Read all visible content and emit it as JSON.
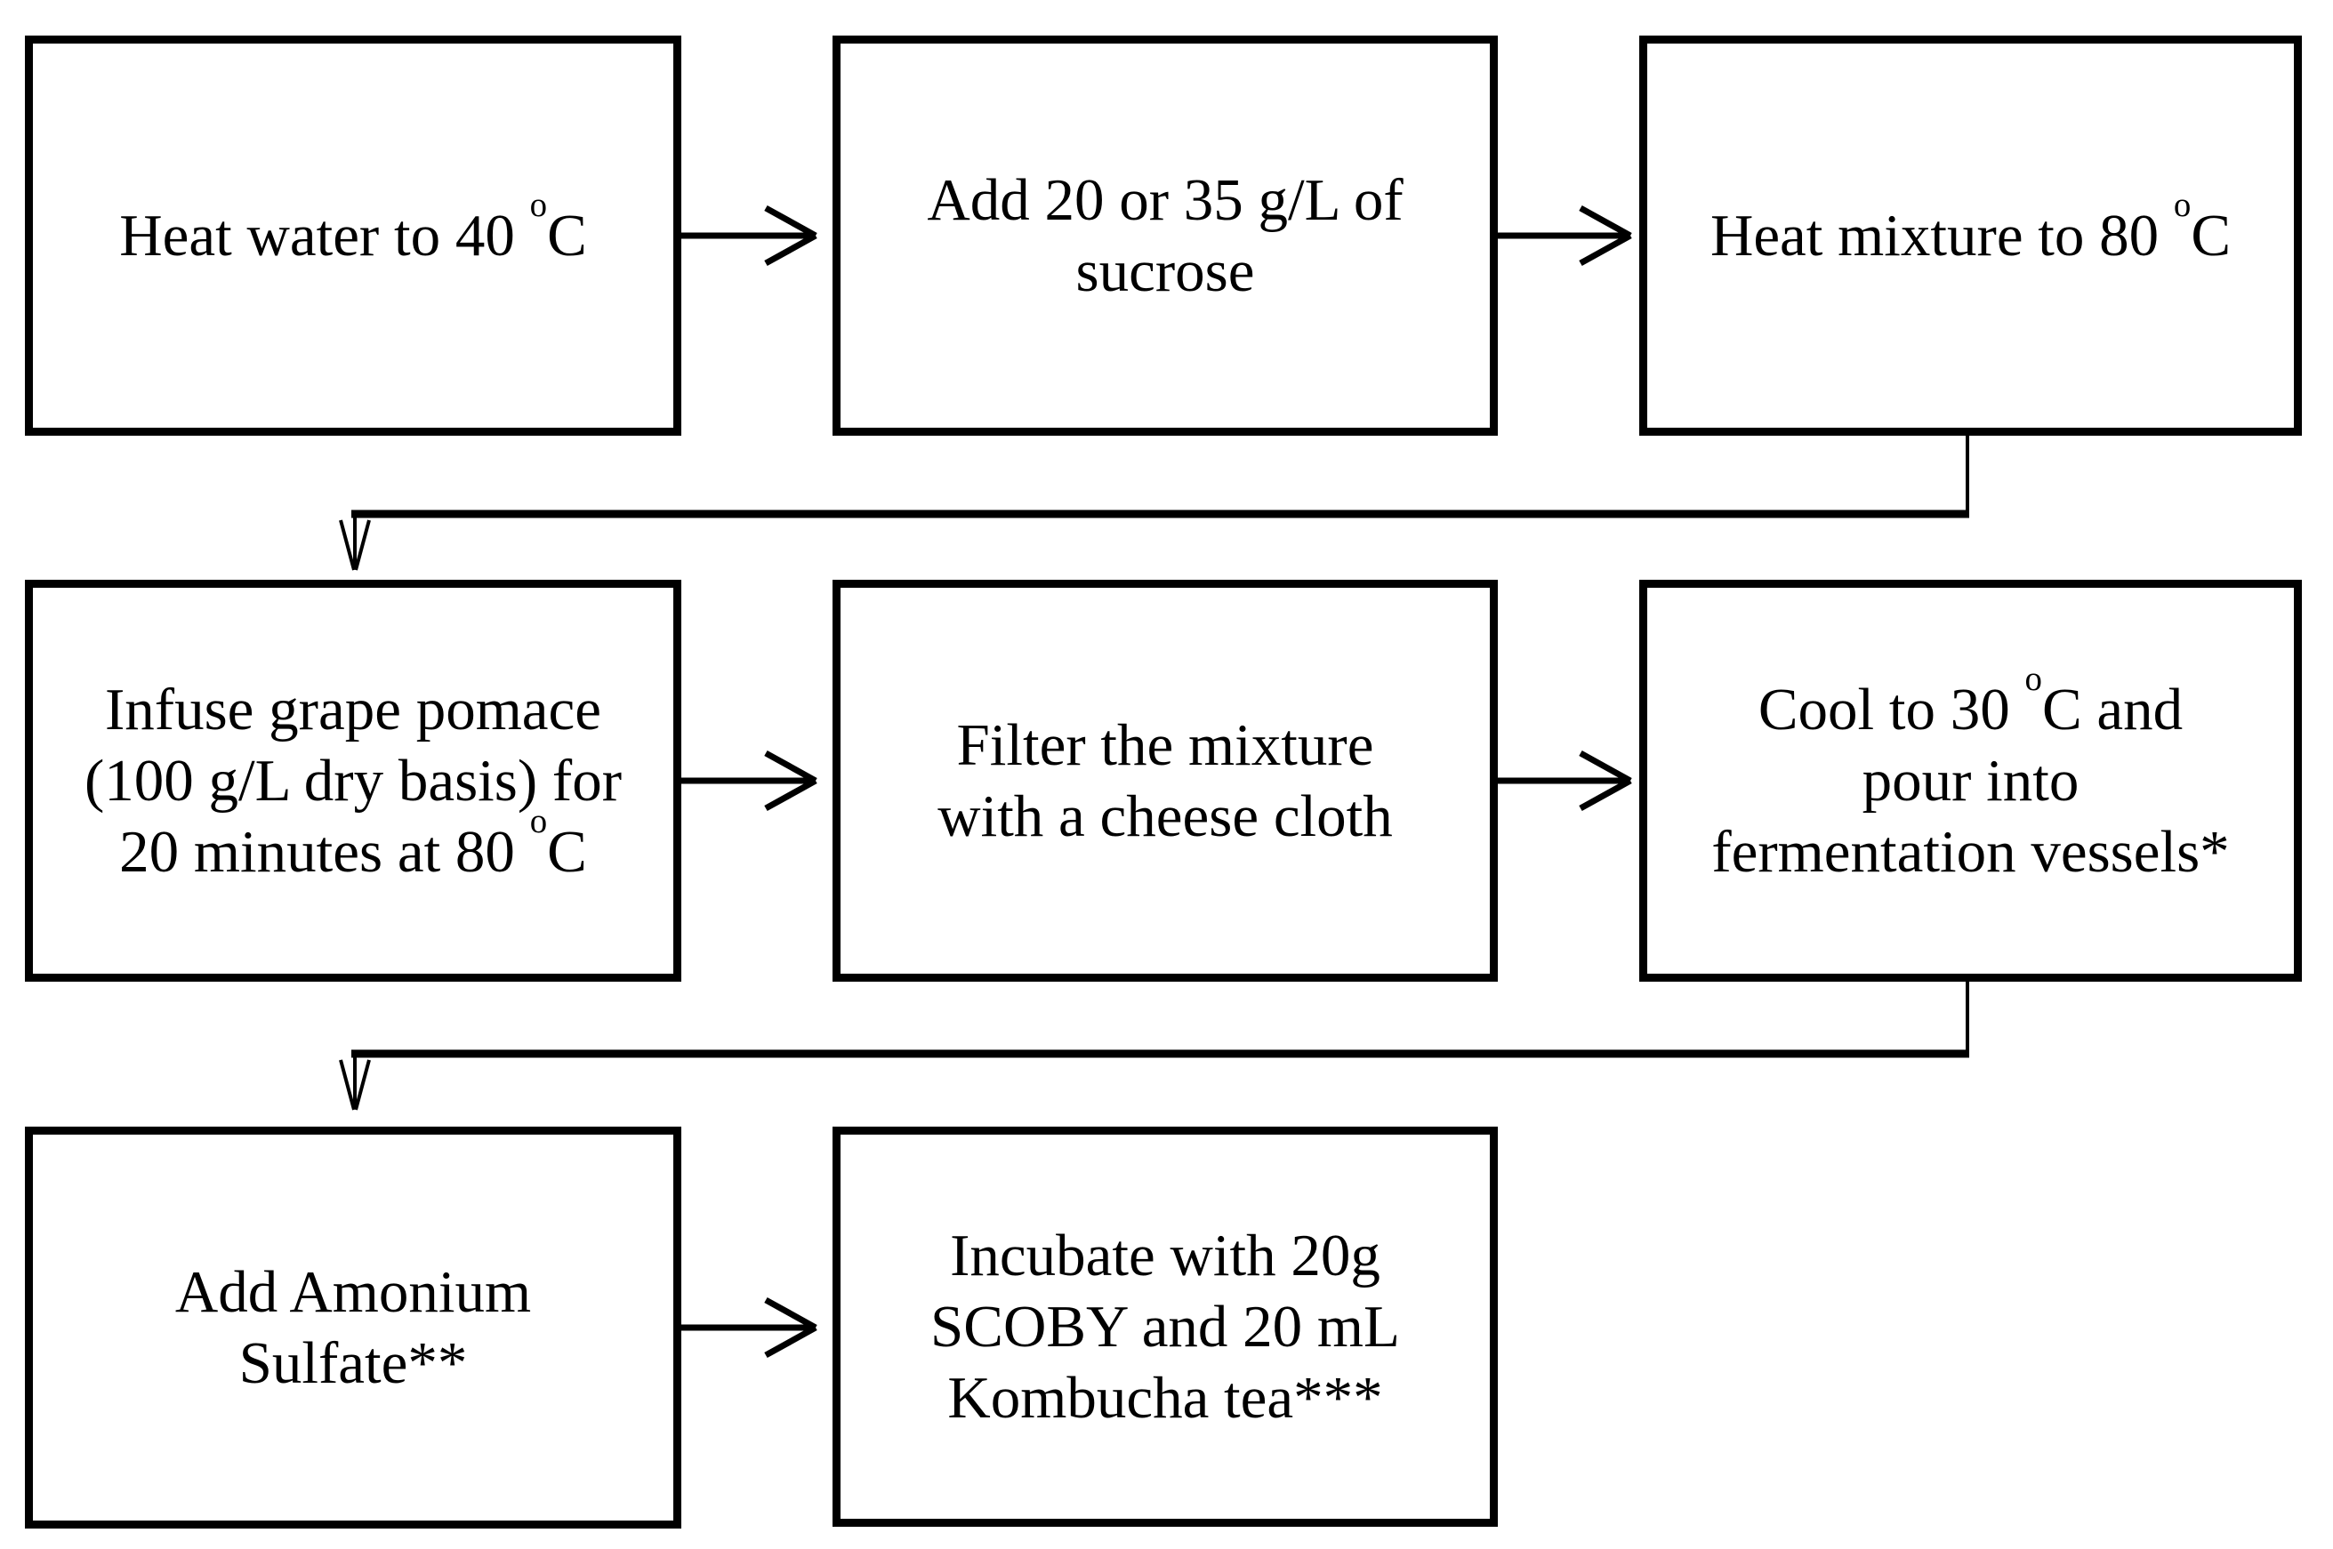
{
  "diagram": {
    "type": "flowchart",
    "colors": {
      "background": "#ffffff",
      "line": "#000000",
      "text": "#000000"
    },
    "boxes": [
      {
        "id": "heat-water",
        "lines": [
          "Heat water to 40 {o}C"
        ]
      },
      {
        "id": "add-sucrose",
        "lines": [
          "Add 20 or 35 g/L of",
          "sucrose"
        ]
      },
      {
        "id": "heat-mixture",
        "lines": [
          "Heat mixture to 80 {o}C"
        ]
      },
      {
        "id": "infuse-grape-pomace",
        "lines": [
          "Infuse grape pomace",
          "(100 g/L dry basis) for",
          "20 minutes at 80 {o}C"
        ]
      },
      {
        "id": "filter-mixture",
        "lines": [
          "Filter the mixture",
          "with a cheese cloth"
        ]
      },
      {
        "id": "cool-and-pour",
        "lines": [
          "Cool to 30 {o}C and",
          "pour into",
          "fermentation vessels*"
        ]
      },
      {
        "id": "add-ammonium-sulfate",
        "lines": [
          "Add Amonium",
          "Sulfate**"
        ]
      },
      {
        "id": "incubate",
        "lines": [
          "Incubate with 20g",
          "SCOBY and 20 mL",
          "Kombucha tea***"
        ]
      }
    ],
    "connections": [
      {
        "from": "heat-water",
        "to": "add-sucrose",
        "style": "straight-right-arrow"
      },
      {
        "from": "add-sucrose",
        "to": "heat-mixture",
        "style": "straight-right-arrow"
      },
      {
        "from": "heat-mixture",
        "to": "infuse-grape-pomace",
        "style": "elbow-down-left-down-arrow"
      },
      {
        "from": "infuse-grape-pomace",
        "to": "filter-mixture",
        "style": "straight-right-arrow"
      },
      {
        "from": "filter-mixture",
        "to": "cool-and-pour",
        "style": "straight-right-arrow"
      },
      {
        "from": "cool-and-pour",
        "to": "add-ammonium-sulfate",
        "style": "elbow-down-left-down-arrow"
      },
      {
        "from": "add-ammonium-sulfate",
        "to": "incubate",
        "style": "straight-right-arrow"
      }
    ]
  }
}
